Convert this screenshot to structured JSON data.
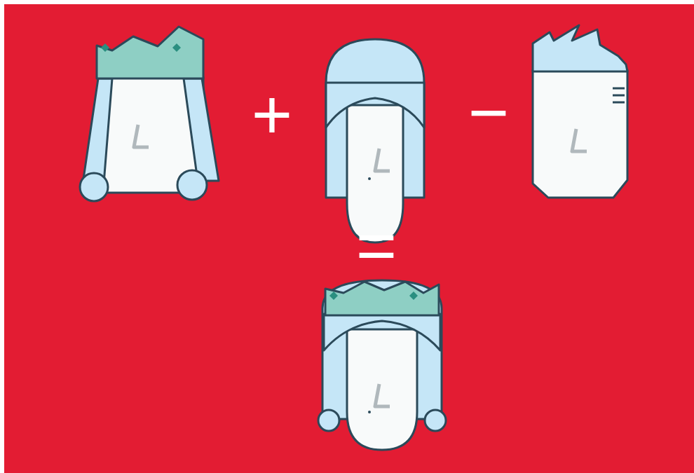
{
  "diagram": {
    "labels": [
      "+",
      "−",
      "="
    ]
  }
}
